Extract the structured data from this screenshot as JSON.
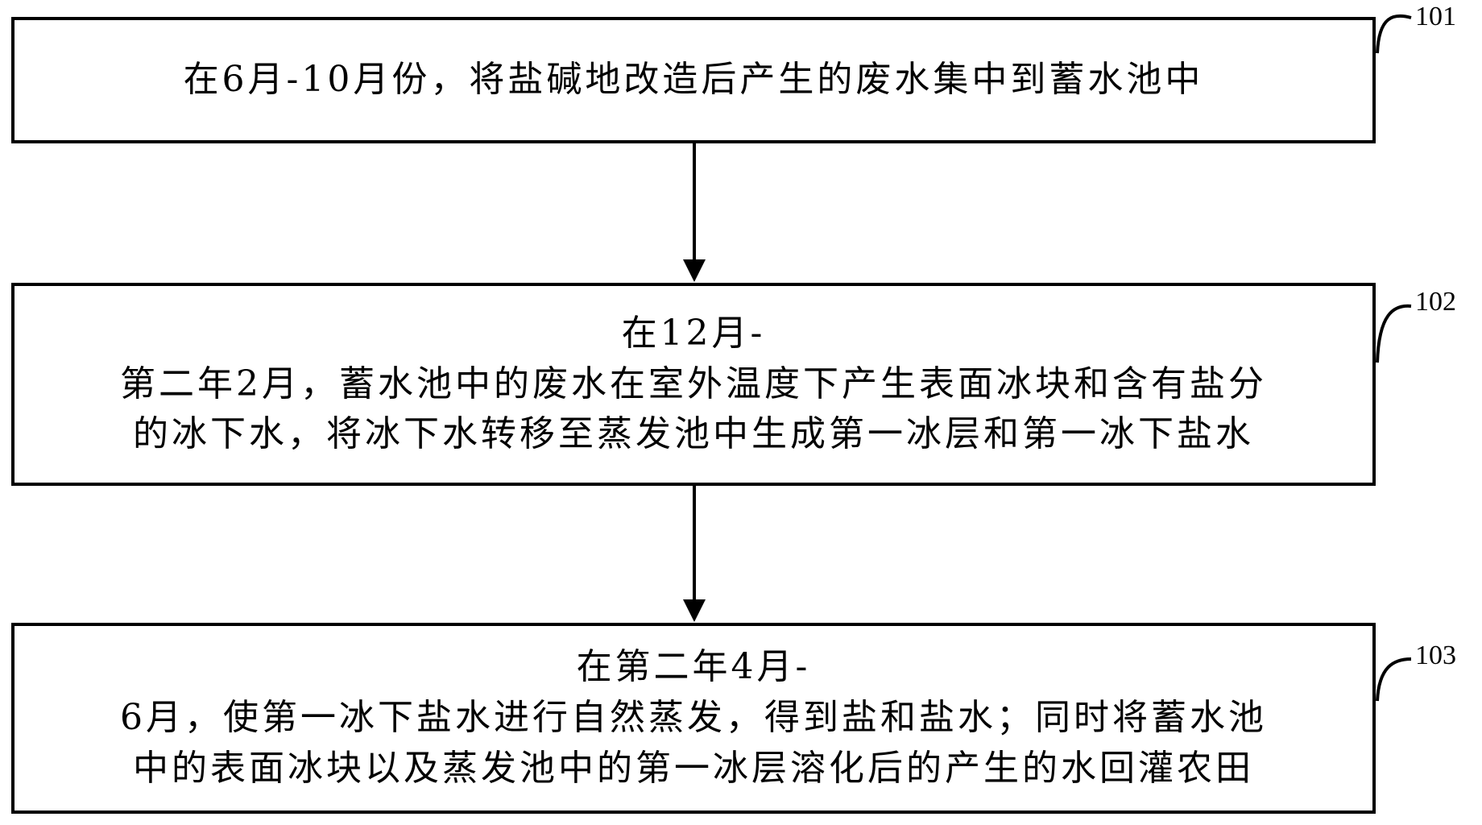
{
  "steps": [
    {
      "label": "101",
      "lines": [
        "在6月-10月份，将盐碱地改造后产生的废水集中到蓄水池中"
      ]
    },
    {
      "label": "102",
      "lines": [
        "在12月-",
        "第二年2月，蓄水池中的废水在室外温度下产生表面冰块和含有盐分",
        "的冰下水，将冰下水转移至蒸发池中生成第一冰层和第一冰下盐水"
      ]
    },
    {
      "label": "103",
      "lines": [
        "在第二年4月-",
        "6月，使第一冰下盐水进行自然蒸发，得到盐和盐水；同时将蓄水池",
        "中的表面冰块以及蒸发池中的第一冰层溶化后的产生的水回灌农田"
      ]
    }
  ]
}
